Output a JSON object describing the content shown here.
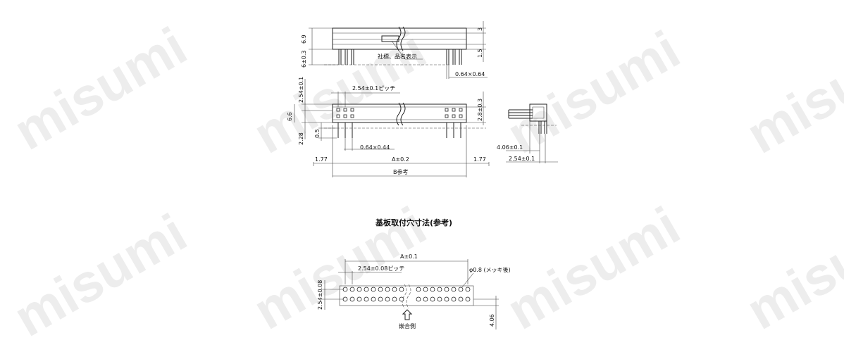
{
  "watermark": "misumi",
  "side_view": {
    "height_total": "6.9",
    "pin_len": "6±0.3",
    "top_gap": "3",
    "bottom_gap": "1.5",
    "marking_note": "社標、品名表示",
    "pin_size": "0.64×0.64"
  },
  "top_view": {
    "row_pitch": "2.54±0.1",
    "pitch_label": "2.54±0.1ピッチ",
    "width": "6.6",
    "inner_height": "2.8±0.3",
    "pin_offset": "2.28",
    "pin_step": "0.5",
    "pin_size": "0.64×0.44",
    "edge_left": "1.77",
    "length_a": "A±0.2",
    "edge_right": "1.77",
    "length_b": "B参考"
  },
  "end_view": {
    "depth": "4.06±0.1",
    "pitch": "2.54±0.1"
  },
  "pcb_layout": {
    "title": "基板取付穴寸法(参考)",
    "length_a": "A±0.1",
    "pitch_label": "2.54±0.08ピッチ",
    "hole_label": "φ0.8 (メッキ後)",
    "row_pitch": "2.54±0.08",
    "edge": "4.06",
    "mating_side": "嵌合側"
  }
}
